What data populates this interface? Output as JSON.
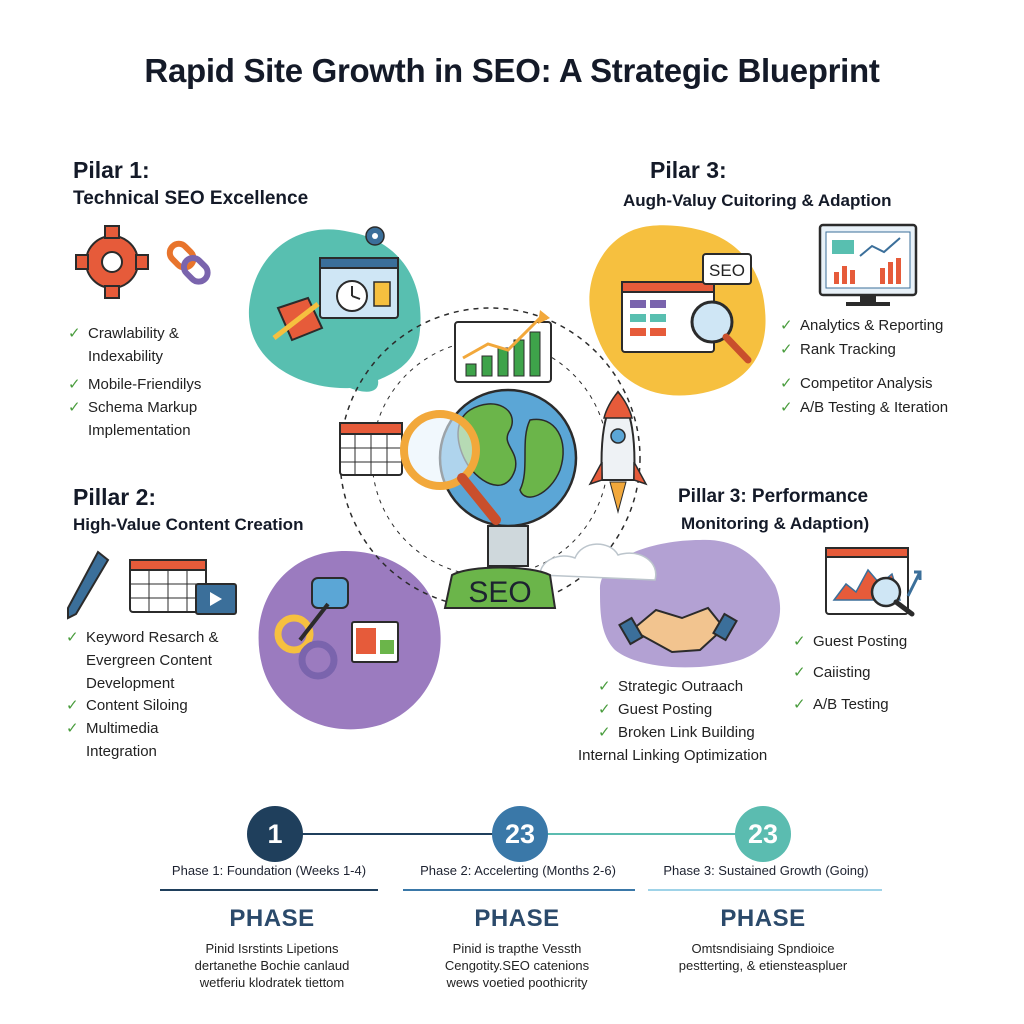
{
  "title": "Rapid Site Growth in SEO: A Strategic Blueprint",
  "pillar_tl": {
    "heading": "Pilar 1:",
    "subheading": "Technical SEO Excellence",
    "items": [
      [
        "Crawlability &",
        "Indexability"
      ],
      [
        "Mobile-Friendilys"
      ],
      [
        "Schema Markup",
        "Implementation"
      ]
    ]
  },
  "pillar_tr": {
    "heading": "Pilar 3:",
    "subheading": "Augh-Valuy Cuitoring & Adaption",
    "items": [
      "Analytics & Reporting",
      "Rank Tracking",
      "Competitor Analysis",
      "A/B Testing & Iteration"
    ]
  },
  "pillar_bl": {
    "heading": "Pillar 2:",
    "subheading": "High-Value Content Creation",
    "items": [
      [
        "Keyword Resarch &",
        "Evergreen Content",
        "Development"
      ],
      [
        "Content Siloing"
      ],
      [
        "Multimedia",
        "Integration"
      ]
    ]
  },
  "pillar_br": {
    "heading_line1": "Pillar 3: Performance",
    "heading_line2": "Monitoring & Adaption)",
    "items": [
      "Guest Posting",
      "Caiisting",
      "A/B Testing"
    ]
  },
  "outreach": {
    "items": [
      "Strategic Outraach",
      "Guest Posting",
      "Broken Link Building"
    ],
    "footer": "Internal Linking Optimization"
  },
  "center_badge": "SEO",
  "seo_card": "SEO",
  "phases": [
    {
      "number": "1",
      "label": "Phase 1: Foundation (Weeks 1-4)",
      "word": "PHASE",
      "desc": [
        "Pinid Isrstints Lipetions",
        "dertanethe Bochie canlaud",
        "wetferiu klodratek tiettom"
      ],
      "color": "#1f3f5c"
    },
    {
      "number": "23",
      "label": "Phase 2: Accelerting (Months 2-6)",
      "word": "PHASE",
      "desc": [
        "Pinid is trapthe Vessth",
        "Cengotity.SEO catenions",
        "wews voetied poothicrity"
      ],
      "color": "#3a78a8"
    },
    {
      "number": "23",
      "label": "Phase 3: Sustained Growth (Going)",
      "word": "PHASE",
      "desc": [
        "Omtsndisiaing Spndioice",
        "pestterting, & etiensteaspluer"
      ],
      "color": "#5bbcb0"
    }
  ],
  "colors": {
    "teal": "#58bfb0",
    "yellow": "#f6c03f",
    "purple": "#9b7bbf",
    "lavender": "#b3a1d3",
    "check": "#4a9d3e",
    "navy": "#1f3f5c"
  }
}
